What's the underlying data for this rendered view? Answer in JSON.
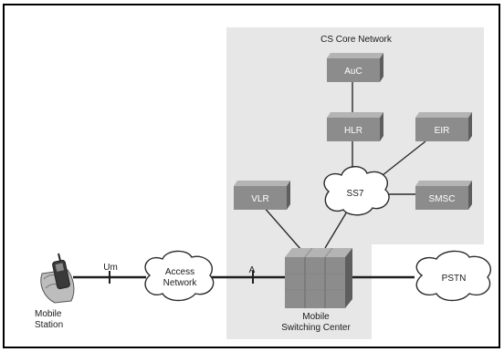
{
  "diagram": {
    "core_title": "CS Core Network",
    "nodes": {
      "auc": "AuC",
      "hlr": "HLR",
      "eir": "EIR",
      "vlr": "VLR",
      "ss7": "SS7",
      "smsc": "SMSC",
      "msc_line1": "Mobile",
      "msc_line2": "Switching Center",
      "access_line1": "Access",
      "access_line2": "Network",
      "pstn": "PSTN",
      "ms_line1": "Mobile",
      "ms_line2": "Station"
    },
    "interfaces": {
      "um": "Um",
      "a": "A"
    }
  },
  "colors": {
    "box_face": "#8c8c8c",
    "box_top": "#b4b4b4",
    "box_side": "#5e5e5e",
    "core_bg": "#e7e7e7",
    "frame": "#000000"
  }
}
